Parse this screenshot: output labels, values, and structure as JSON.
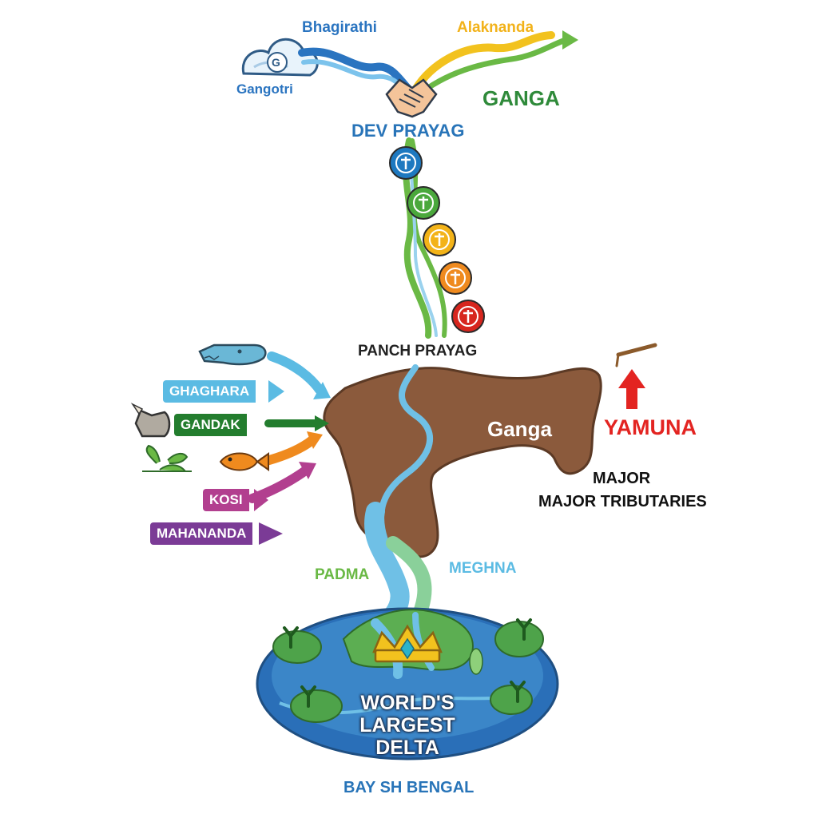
{
  "source": {
    "glacier_name": "Gangotri",
    "glacier_letter": "G",
    "river_left": "Bhagirathi",
    "river_right": "Alaknanda",
    "main_river": "GANGA",
    "confluence": "DEV PRAYAG"
  },
  "prayag": {
    "label": "PANCH PRAYAG",
    "icons": [
      {
        "name": "trident-icon",
        "color": "#1e79c0"
      },
      {
        "name": "lotus-icon",
        "color": "#4aa83c"
      },
      {
        "name": "wheel-icon",
        "color": "#f3b318"
      },
      {
        "name": "tiger-icon",
        "color": "#ef8a1e"
      },
      {
        "name": "mountain-icon",
        "color": "#d7261e"
      }
    ]
  },
  "plain": {
    "river_label": "Ganga",
    "yamuna": "YAMUNA",
    "major_line1": "MAJOR",
    "major_line2": "MAJOR TRIBUTARIES"
  },
  "tributaries": [
    {
      "label": "GHAGHARA",
      "color": "#5bbbe3"
    },
    {
      "label": "GANDAK",
      "color": "#237d2e"
    },
    {
      "label": "KOSI",
      "color": "#b23f8f"
    },
    {
      "label": "MAHANANDA",
      "color": "#7b3b96"
    }
  ],
  "delta": {
    "padma": "PADMA",
    "meghna": "MEGHNA",
    "title_line1": "WORLD'S",
    "title_line2": "LARGEST",
    "title_line3": "DELTA",
    "sea": "BAY SH BENGAL"
  },
  "colors": {
    "blue": "#2874b8",
    "green": "#2f8a3a",
    "yellow": "#f2b21a",
    "red": "#e32421",
    "land": "#8b5a3c",
    "water": "#6fc0e6"
  }
}
